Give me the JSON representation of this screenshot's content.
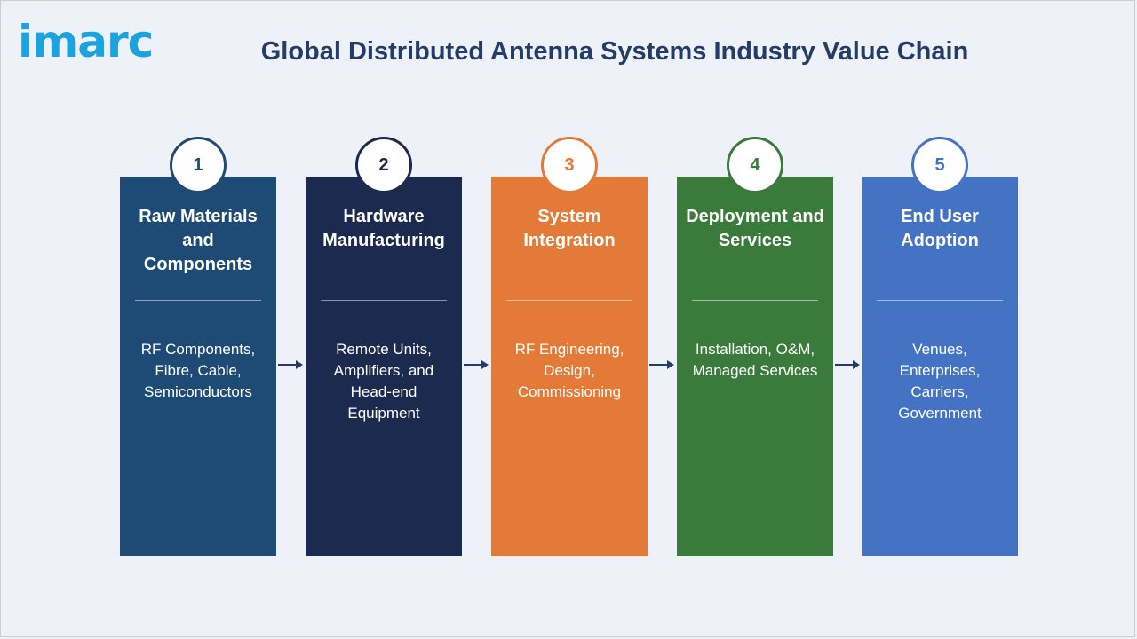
{
  "header": {
    "logo_text": "imarc",
    "title": "Global Distributed Antenna Systems Industry Value Chain"
  },
  "stages": [
    {
      "number": "1",
      "title": "Raw Materials and Components",
      "description": "RF Components, Fibre, Cable, Semiconductors",
      "color": "#1e4b75"
    },
    {
      "number": "2",
      "title": "Hardware Manufacturing",
      "description": "Remote Units, Amplifiers, and Head-end Equipment",
      "color": "#1b2a4e"
    },
    {
      "number": "3",
      "title": "System Integration",
      "description": "RF Engineering, Design, Commissioning",
      "color": "#e47a38"
    },
    {
      "number": "4",
      "title": "Deployment and Services",
      "description": "Installation, O&M, Managed Services",
      "color": "#3a7a3b"
    },
    {
      "number": "5",
      "title": "End User Adoption",
      "description": "Venues, Enterprises, Carriers, Government",
      "color": "#4473c4"
    }
  ],
  "colors": {
    "background": "#eef2f8",
    "title_text": "#243c68",
    "logo": "#1aa3de",
    "arrow": "#243c68"
  }
}
